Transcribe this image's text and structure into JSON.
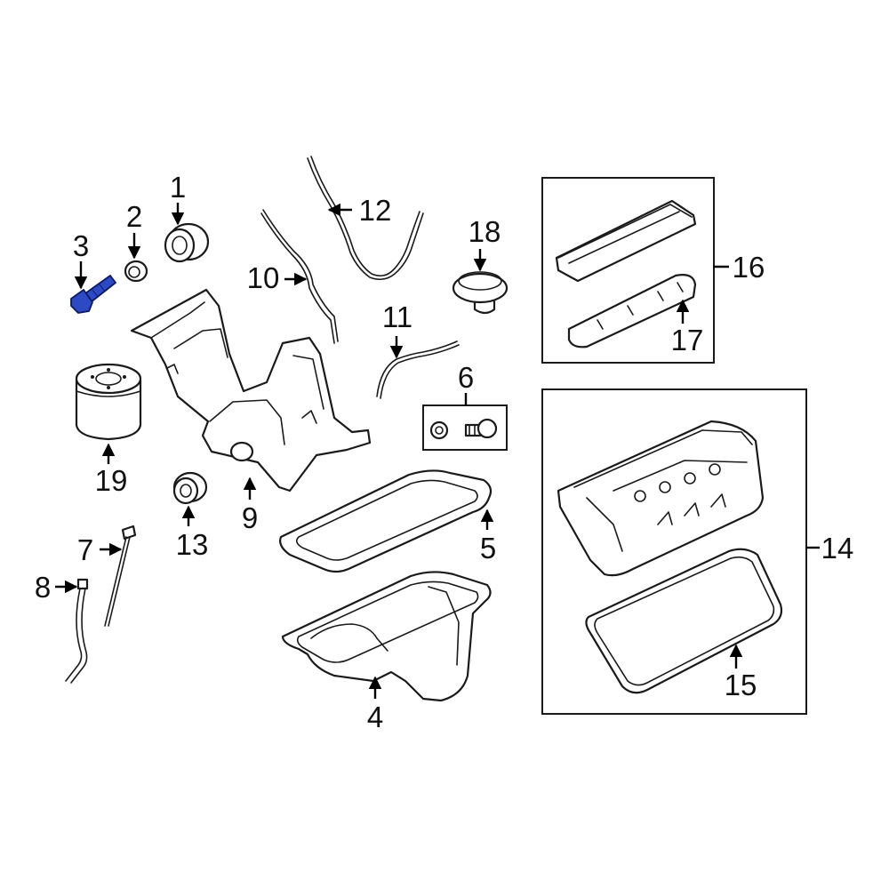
{
  "diagram": {
    "highlight_color": "#2e49c4",
    "highlighted_part": "3",
    "callouts": {
      "c1": "1",
      "c2": "2",
      "c3": "3",
      "c4": "4",
      "c5": "5",
      "c6": "6",
      "c7": "7",
      "c8": "8",
      "c9": "9",
      "c10": "10",
      "c11": "11",
      "c12": "12",
      "c13": "13",
      "c14": "14",
      "c15": "15",
      "c16": "16",
      "c17": "17",
      "c18": "18",
      "c19": "19"
    }
  }
}
